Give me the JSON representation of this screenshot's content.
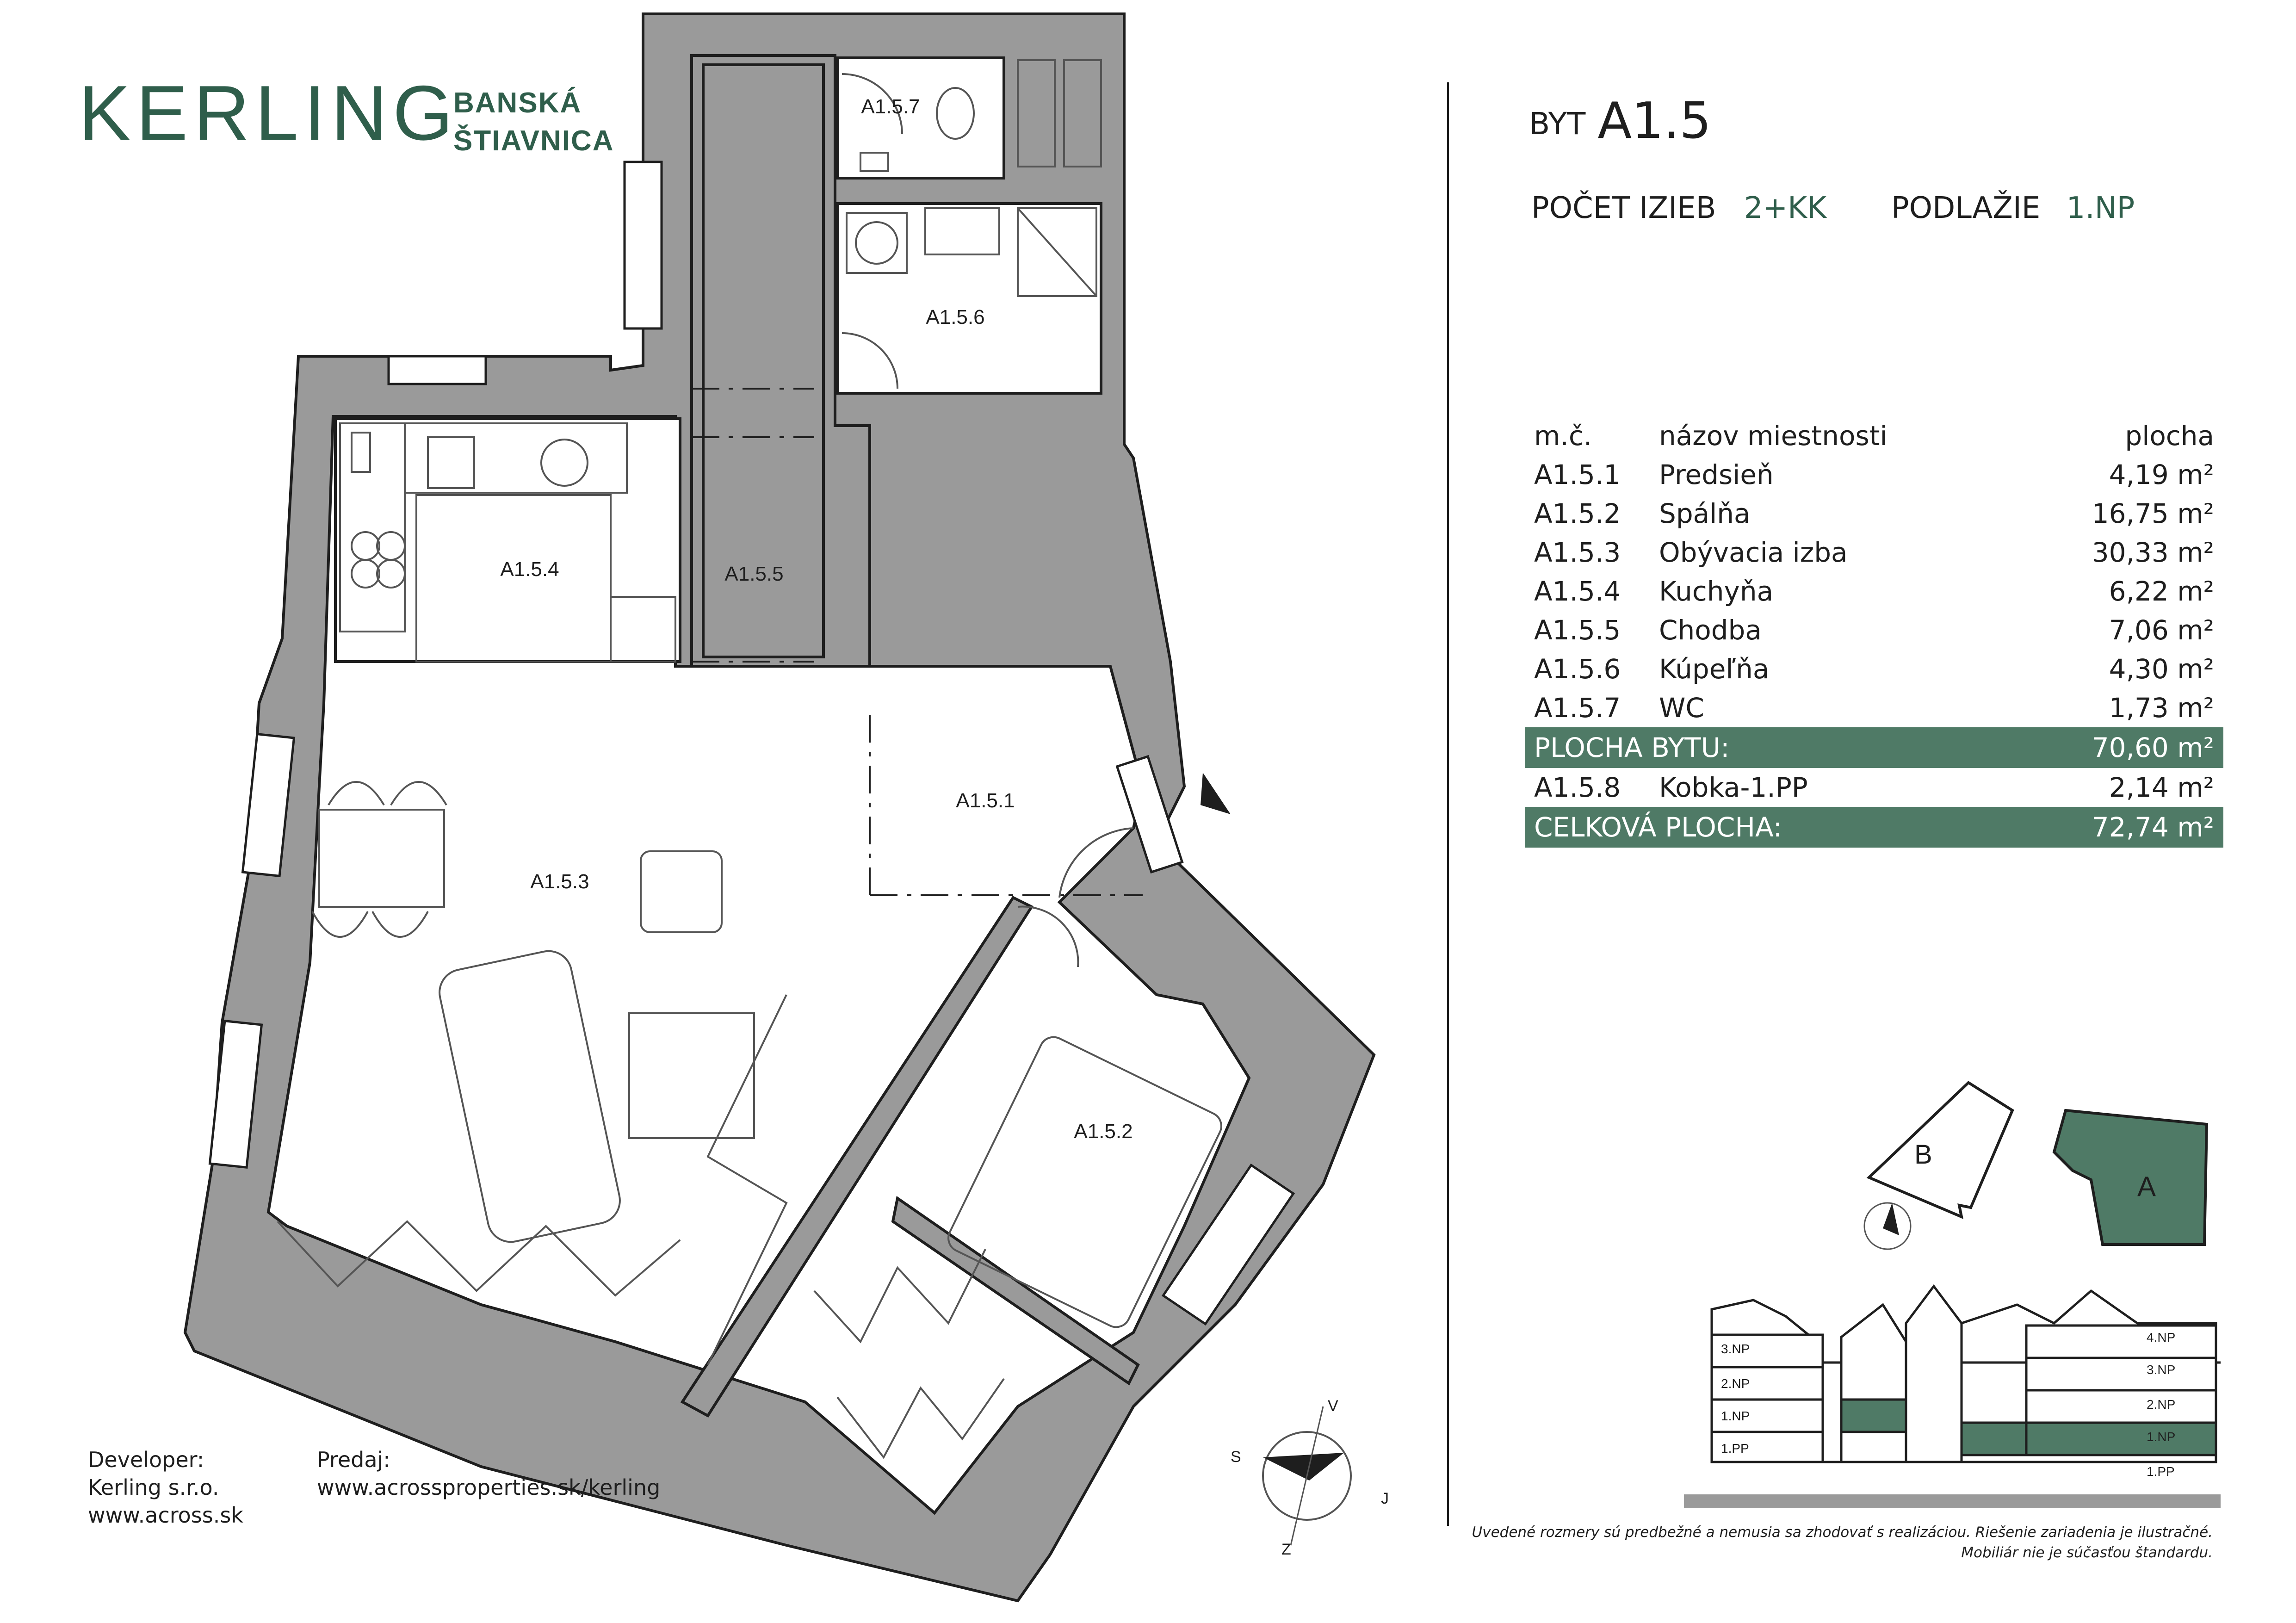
{
  "brand": {
    "name": "KERLING",
    "location_line1": "BANSKÁ",
    "location_line2": "ŠTIAVNICA"
  },
  "apartment": {
    "label": "BYT",
    "id": "A1.5",
    "rooms_label": "POČET IZIEB",
    "rooms_value": "2+KK",
    "floor_label": "PODLAŽIE",
    "floor_value": "1.NP"
  },
  "table": {
    "headers": {
      "no": "m.č.",
      "name": "názov miestnosti",
      "area": "plocha"
    },
    "rows": [
      {
        "no": "A1.5.1",
        "name": "Predsieň",
        "area": "4,19 m²"
      },
      {
        "no": "A1.5.2",
        "name": "Spálňa",
        "area": "16,75 m²"
      },
      {
        "no": "A1.5.3",
        "name": "Obývacia izba",
        "area": "30,33 m²"
      },
      {
        "no": "A1.5.4",
        "name": "Kuchyňa",
        "area": "6,22 m²"
      },
      {
        "no": "A1.5.5",
        "name": "Chodba",
        "area": "7,06 m²"
      },
      {
        "no": "A1.5.6",
        "name": "Kúpeľňa",
        "area": "4,30 m²"
      },
      {
        "no": "A1.5.7",
        "name": "WC",
        "area": "1,73 m²"
      }
    ],
    "apartment_total": {
      "label": "PLOCHA BYTU:",
      "area": "70,60 m²"
    },
    "extra": {
      "no": "A1.5.8",
      "name": "Kobka-1.PP",
      "area": "2,14 m²"
    },
    "grand_total": {
      "label": "CELKOVÁ PLOCHA:",
      "area": "72,74 m²"
    }
  },
  "plan_rooms": {
    "r1": "A1.5.1",
    "r2": "A1.5.2",
    "r3": "A1.5.3",
    "r4": "A1.5.4",
    "r5": "A1.5.5",
    "r6": "A1.5.6",
    "r7": "A1.5.7"
  },
  "site": {
    "building_a": "A",
    "building_b": "B"
  },
  "section": {
    "left_floors": [
      "3.NP",
      "2.NP",
      "1.NP",
      "1.PP"
    ],
    "right_floors": [
      "4.NP",
      "3.NP",
      "2.NP",
      "1.NP",
      "1.PP"
    ]
  },
  "compass": {
    "s": "S",
    "v": "V",
    "j": "J",
    "z": "Z"
  },
  "developer": {
    "label": "Developer:",
    "company": "Kerling s.r.o.",
    "web": "www.across.sk"
  },
  "sales": {
    "label": "Predaj:",
    "web": "www.acrossproperties.sk/kerling"
  },
  "disclaimer": {
    "line1": "Uvedené rozmery sú predbežné a nemusia sa zhodovať s realizáciou. Riešenie zariadenia je ilustračné.",
    "line2": "Mobiliár nie je súčasťou štandardu."
  },
  "colors": {
    "brand_green": "#2f5e4b",
    "table_green": "#4f7a66",
    "wall_gray": "#9a9a9a",
    "ink": "#1e1e1e"
  }
}
